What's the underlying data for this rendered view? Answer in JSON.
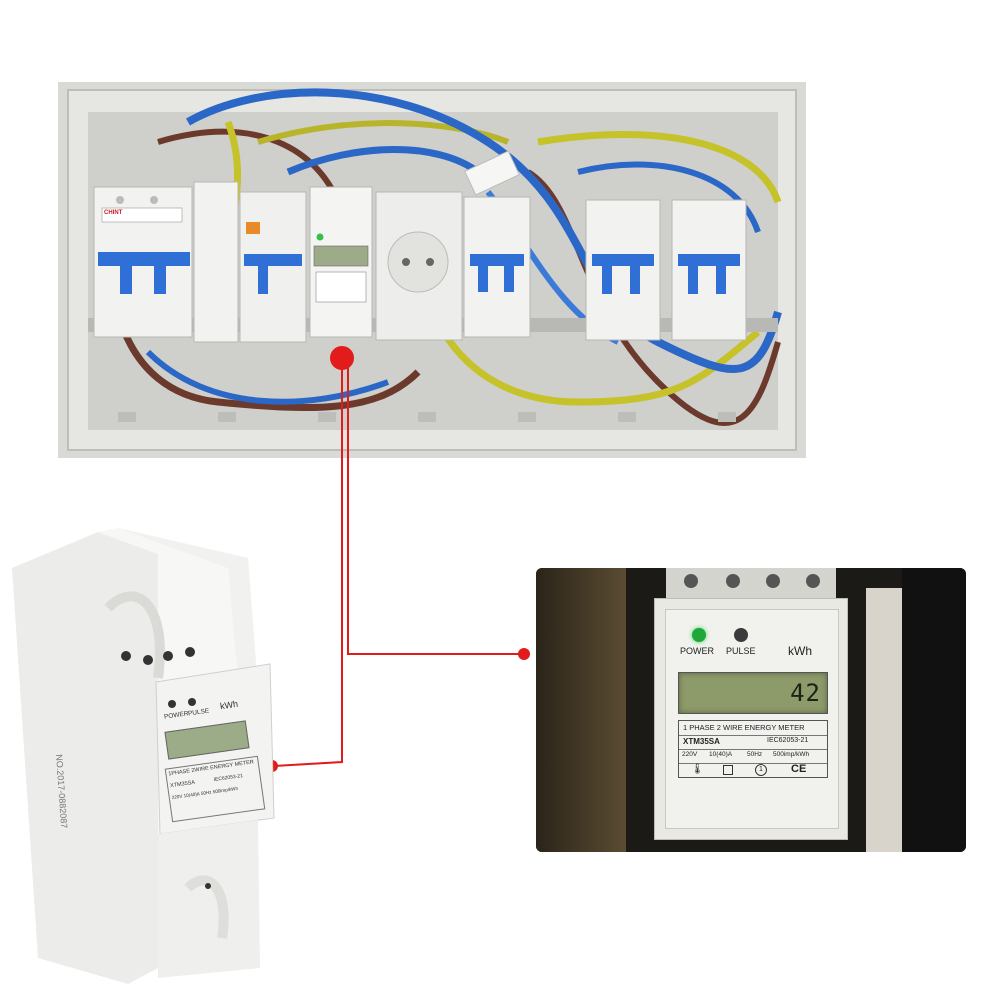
{
  "closeup": {
    "power_label": "POWER",
    "pulse_label": "PULSE",
    "unit_label": "kWh",
    "lcd_value": "42",
    "title_line": "1 PHASE 2 WIRE ENERGY METER",
    "model": "XTM35SA",
    "standard": "IEC62053-21",
    "voltage": "220V",
    "current": "10(40)A",
    "frequency": "50Hz",
    "impulse": "500imp/kWh",
    "class_mark": "1",
    "ce_mark": "CE"
  },
  "sidemeter": {
    "power_label": "POWER",
    "pulse_label": "PULSE",
    "unit_label": "kWh",
    "title_line": "1PHASE 2WIRE ENERGY METER",
    "model": "XTM35SA",
    "standard": "IEC62053-21",
    "ratings": "220V  10(40)A  50Hz  500imp/kWh",
    "serial": "NO.2017-0882087"
  },
  "panel": {
    "breaker_brand": "CHINT"
  },
  "colors": {
    "callout_red": "#e21b1b",
    "wire_blue": "#2b67c6",
    "wire_yellow_green": "#c6c22a",
    "wire_brown": "#6b3a2c",
    "breaker_blue": "#2f6fd6"
  }
}
